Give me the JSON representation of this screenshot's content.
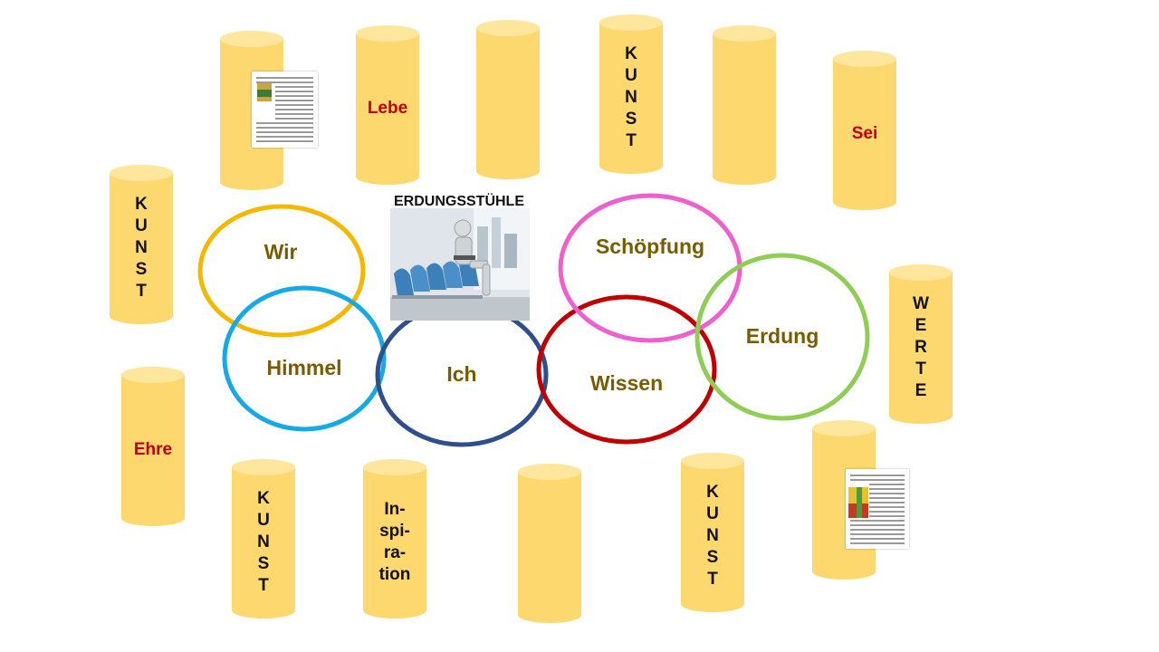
{
  "colors": {
    "cylinder_body": "#fdd86e",
    "cylinder_top": "#fee69c",
    "label_red": "#c00000",
    "label_dark": "#111111",
    "ring_text": "#7a5c00"
  },
  "cylinders": [
    {
      "id": "cyl-top-1",
      "label": ""
    },
    {
      "id": "cyl-lebe",
      "label": "Lebe"
    },
    {
      "id": "cyl-top-3",
      "label": ""
    },
    {
      "id": "cyl-kunst-top",
      "label": "K\nU\nN\nS\nT"
    },
    {
      "id": "cyl-top-5",
      "label": ""
    },
    {
      "id": "cyl-sei",
      "label": "Sei"
    },
    {
      "id": "cyl-kunst-left",
      "label": "K\nU\nN\nS\nT"
    },
    {
      "id": "cyl-werte",
      "label": "W\nE\nR\nT\nE"
    },
    {
      "id": "cyl-ehre",
      "label": "Ehre"
    },
    {
      "id": "cyl-kunst-bottom-left",
      "label": "K\nU\nN\nS\nT"
    },
    {
      "id": "cyl-inspiration",
      "label": "In-\nspi-\nra-\ntion"
    },
    {
      "id": "cyl-bottom-mid",
      "label": ""
    },
    {
      "id": "cyl-kunst-bottom-right",
      "label": "K\nU\nN\nS\nT"
    },
    {
      "id": "cyl-bottom-right",
      "label": ""
    }
  ],
  "rings": [
    {
      "label": "Wir",
      "color": "#f5b800"
    },
    {
      "label": "Himmel",
      "color": "#16a9e8"
    },
    {
      "label": "Ich",
      "color": "#2f4e8c"
    },
    {
      "label": "Wissen",
      "color": "#c00000"
    },
    {
      "label": "Schöpfung",
      "color": "#ee5fd0"
    },
    {
      "label": "Erdung",
      "color": "#8fce54"
    }
  ],
  "photo": {
    "title": "ERDUNGSSTÜHLE"
  }
}
